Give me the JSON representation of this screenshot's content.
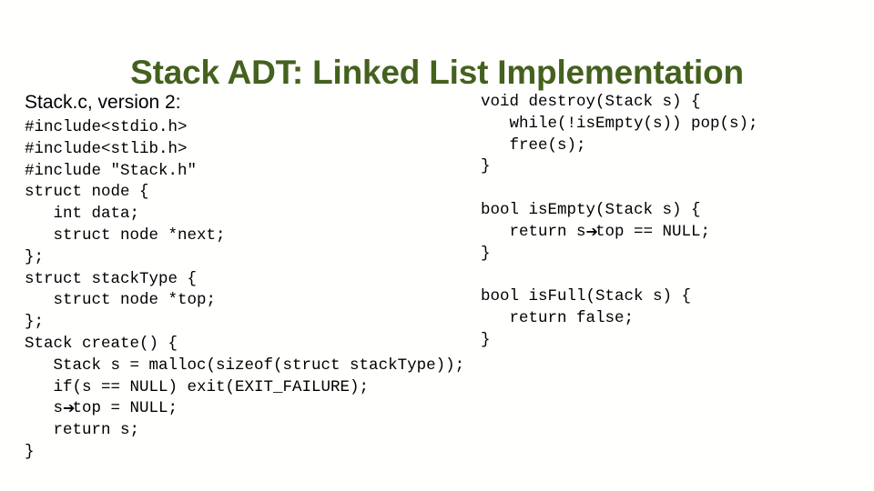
{
  "slide": {
    "title": "Stack ADT: Linked List Implementation",
    "title_color": "#44611E",
    "background_color": "#FFFFFE",
    "text_color": "#000000"
  },
  "left": {
    "subtitle": "Stack.c, version 2:",
    "code_lines": [
      {
        "text": "#include<stdio.h>"
      },
      {
        "text": "#include<stlib.h>"
      },
      {
        "text": "#include \"Stack.h\""
      },
      {
        "text": "struct node {"
      },
      {
        "text": "   int data;"
      },
      {
        "text": "   struct node *next;"
      },
      {
        "text": "};"
      },
      {
        "text": "struct stackType {"
      },
      {
        "text": "   struct node *top;"
      },
      {
        "text": "};"
      },
      {
        "text": "Stack create() {"
      },
      {
        "text": "   Stack s = malloc(sizeof(struct stackType));"
      },
      {
        "text": "   if(s == NULL) exit(EXIT_FAILURE);"
      },
      {
        "pre": "   s",
        "arrow": "➔",
        "post": "top = NULL;"
      },
      {
        "text": "   return s;"
      },
      {
        "text": "}"
      }
    ]
  },
  "right": {
    "code_lines": [
      {
        "text": "void destroy(Stack s) {"
      },
      {
        "text": "   while(!isEmpty(s)) pop(s);"
      },
      {
        "text": "   free(s);"
      },
      {
        "text": "}"
      },
      {
        "text": ""
      },
      {
        "text": "bool isEmpty(Stack s) {"
      },
      {
        "pre": "   return s",
        "arrow": "➔",
        "post": "top == NULL;"
      },
      {
        "text": "}"
      },
      {
        "text": ""
      },
      {
        "text": "bool isFull(Stack s) {"
      },
      {
        "text": "   return false;"
      },
      {
        "text": "}"
      }
    ]
  }
}
